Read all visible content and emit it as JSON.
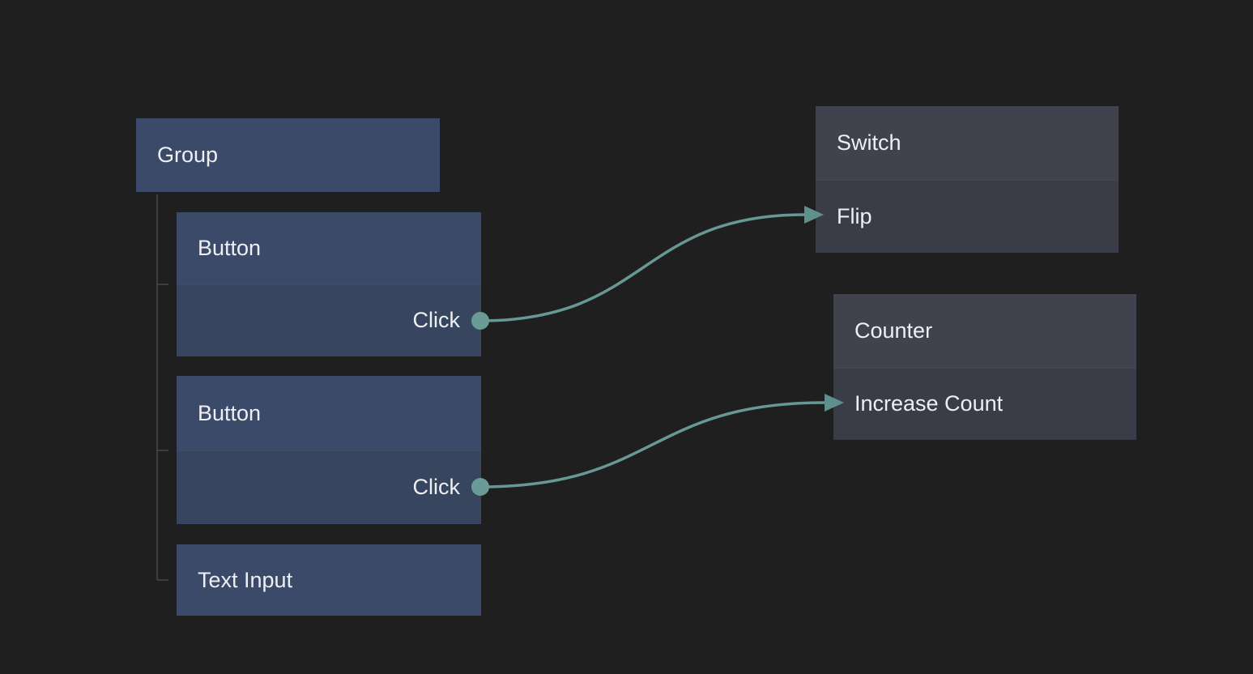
{
  "colors": {
    "background": "#1f1f20",
    "node_blue_header": "#3b4a69",
    "node_blue_body": "#38455f",
    "node_gray_header": "#40434e",
    "node_gray_body": "#3a3d47",
    "wire": "#679893",
    "port": "#6a9b96",
    "arrowhead": "#5f918c",
    "tree_connector": "#3e3e3e",
    "text": "#edeff2"
  },
  "nodes": {
    "group": {
      "title": "Group"
    },
    "button1": {
      "title": "Button",
      "output": "Click"
    },
    "button2": {
      "title": "Button",
      "output": "Click"
    },
    "text_input": {
      "title": "Text Input"
    },
    "switch": {
      "title": "Switch",
      "input": "Flip"
    },
    "counter": {
      "title": "Counter",
      "input": "Increase Count"
    }
  },
  "hierarchy": {
    "parent": "Group",
    "children": [
      "Button",
      "Button",
      "Text Input"
    ]
  },
  "edges": [
    {
      "from_node": "Button",
      "from_port": "Click",
      "to_node": "Switch",
      "to_port": "Flip"
    },
    {
      "from_node": "Button",
      "from_port": "Click",
      "to_node": "Counter",
      "to_port": "Increase Count"
    }
  ]
}
